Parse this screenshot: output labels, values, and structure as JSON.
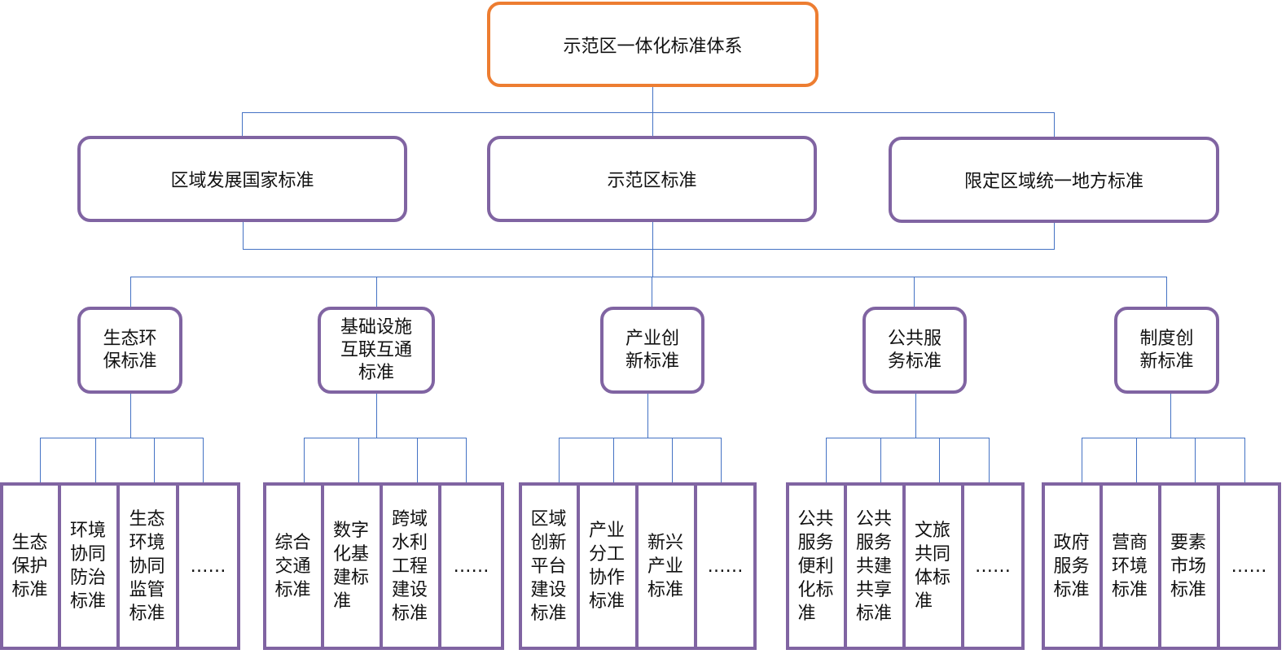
{
  "title": "示范区一体化标准体系",
  "colors": {
    "root_border": "#ED7D31",
    "node_border": "#8064A2",
    "connector": "#4472C4"
  },
  "level2": [
    {
      "label": "区域发展国家标准"
    },
    {
      "label": "示范区标准"
    },
    {
      "label": "限定区域统一地方标准"
    }
  ],
  "level3": [
    {
      "label": "生态环保标准",
      "children": [
        "生态保护标准",
        "环境协同防治标准",
        "生态环境协同监管标准",
        "……"
      ]
    },
    {
      "label": "基础设施互联互通标准",
      "children": [
        "综合交通标准",
        "数字化基建标准",
        "跨域水利工程建设标准",
        "……"
      ]
    },
    {
      "label": "产业创新标准",
      "children": [
        "区域创新平台建设标准",
        "产业分工协作标准",
        "新兴产业标准",
        "……"
      ]
    },
    {
      "label": "公共服务标准",
      "children": [
        "公共服务便利化标准",
        "公共服务共建共享标准",
        "文旅共同体标准",
        "……"
      ]
    },
    {
      "label": "制度创新标准",
      "children": [
        "政府服务标准",
        "营商环境标准",
        "要素市场标准",
        "……"
      ]
    }
  ]
}
